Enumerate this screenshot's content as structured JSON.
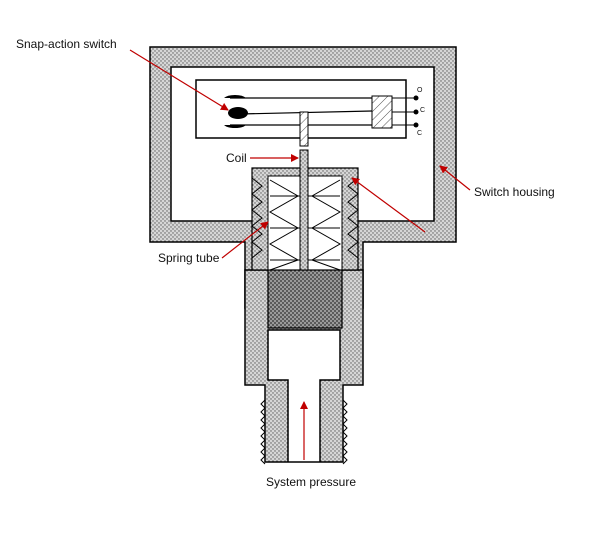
{
  "labels": {
    "snap_action_switch": "Snap-action switch",
    "coil": "Coil",
    "switch_housing": "Switch housing",
    "spring_tube": "Spring tube",
    "system_pressure": "System pressure"
  },
  "terminals": {
    "top": "O",
    "middle": "C",
    "bottom": "C"
  },
  "colors": {
    "arrow": "#c00000",
    "outline": "#000000",
    "hatch_fill": "#bdbdbd",
    "dense_fill": "#6e6e6e"
  }
}
